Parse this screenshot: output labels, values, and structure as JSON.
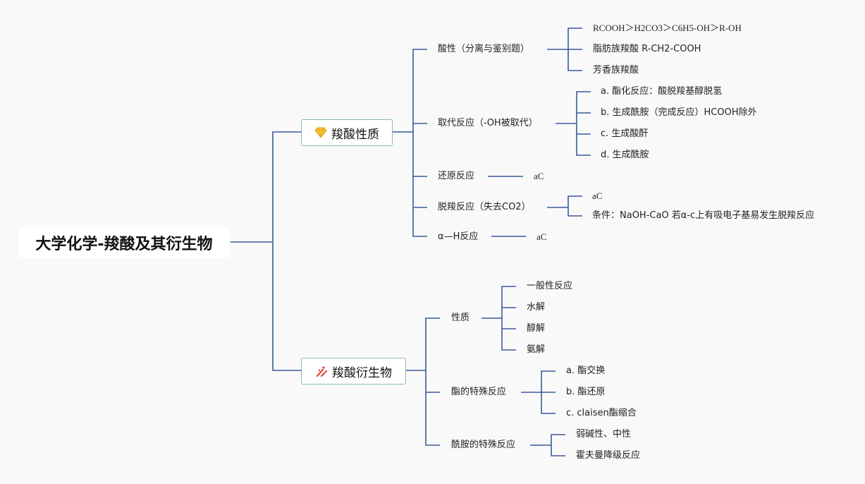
{
  "root": {
    "title": "大学化学-羧酸及其衍生物"
  },
  "branch1": {
    "title": "羧酸性质",
    "icon": "gem-icon",
    "acidity": {
      "label": "酸性（分离与鉴别题）",
      "items": [
        "RCOOH＞H2CO3＞C6H5-OH＞R-OH",
        "脂肪族羧酸 R-CH2-COOH",
        "芳香族羧酸"
      ]
    },
    "substitution": {
      "label": "取代反应（-OH被取代）",
      "items": [
        "a. 酯化反应：酸脱羧基醇脱氢",
        "b. 生成酰胺（完成反应）HCOOH除外",
        "c. 生成酸酐",
        "d. 生成酰胺"
      ]
    },
    "reduction": {
      "label": "还原反应",
      "items": [
        "aC"
      ]
    },
    "decarboxylation": {
      "label": "脱羧反应（失去CO2）",
      "items": [
        "aC",
        "条件：NaOH-CaO 若α-c上有吸电子基易发生脱羧反应"
      ]
    },
    "alpha_h": {
      "label": "α—H反应",
      "items": [
        "aC"
      ]
    }
  },
  "branch2": {
    "title": "羧酸衍生物",
    "icon": "lab-tools-icon",
    "properties": {
      "label": "性质",
      "items": [
        "一般性反应",
        "水解",
        "醇解",
        "氨解"
      ]
    },
    "ester": {
      "label": "酯的特殊反应",
      "items": [
        "a. 酯交换",
        "b. 酯还原",
        "c. claisen酯缩合"
      ]
    },
    "amide": {
      "label": "酰胺的特殊反应",
      "items": [
        "弱碱性、中性",
        "霍夫曼降级反应"
      ]
    }
  },
  "colors": {
    "line": "#3b5a9a",
    "topic_border": "#8bbcb3",
    "background": "#f9f9fa"
  }
}
